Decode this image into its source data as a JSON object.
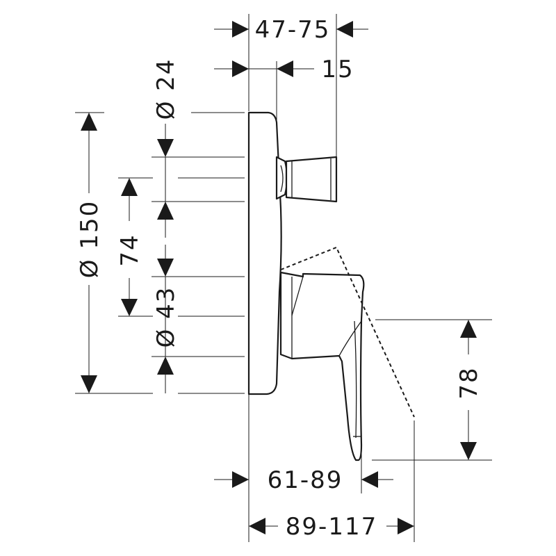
{
  "dimensions": {
    "top_width_range": "47-75",
    "top_offset": "15",
    "dia_outlet": "Ø 24",
    "dia_plate": "Ø 150",
    "center_spacing": "74",
    "dia_spindle": "Ø 43",
    "handle_height": "78",
    "handle_depth_range": "61-89",
    "total_depth_range": "89-117"
  }
}
